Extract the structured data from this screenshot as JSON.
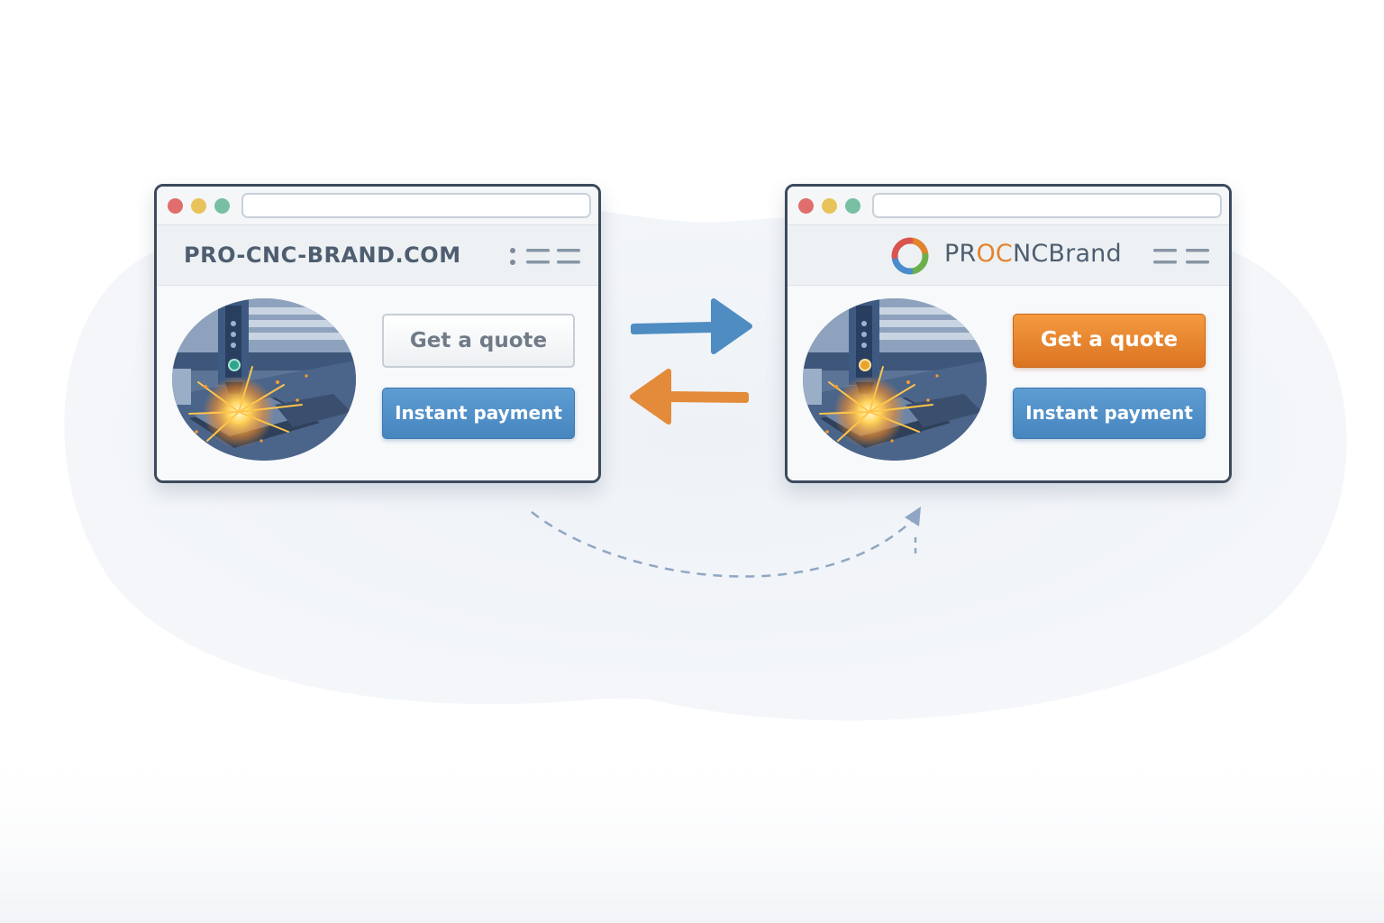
{
  "left_window": {
    "domain": "PRO-CNC-BRAND.COM",
    "quote_button": "Get a quote",
    "payment_button": "Instant payment"
  },
  "right_window": {
    "brand_prefix": "PR",
    "brand_accent": "OC",
    "brand_suffix": "NCBrand",
    "quote_button": "Get a quote",
    "payment_button": "Instant payment"
  },
  "colors": {
    "window_red": "#df6e6c",
    "window_yellow": "#e8c35a",
    "window_green": "#78bfa4",
    "forward_arrow": "#4e8cc2",
    "back_arrow": "#e38b3a",
    "primary_orange": "#e88430",
    "primary_blue": "#5090c8"
  },
  "icons": {
    "forward": "arrow-right-icon",
    "back": "arrow-left-icon",
    "transition": "dashed-curved-arrow-icon",
    "menu": "hamburger-menu-icon",
    "logo": "brand-logo-icon"
  }
}
